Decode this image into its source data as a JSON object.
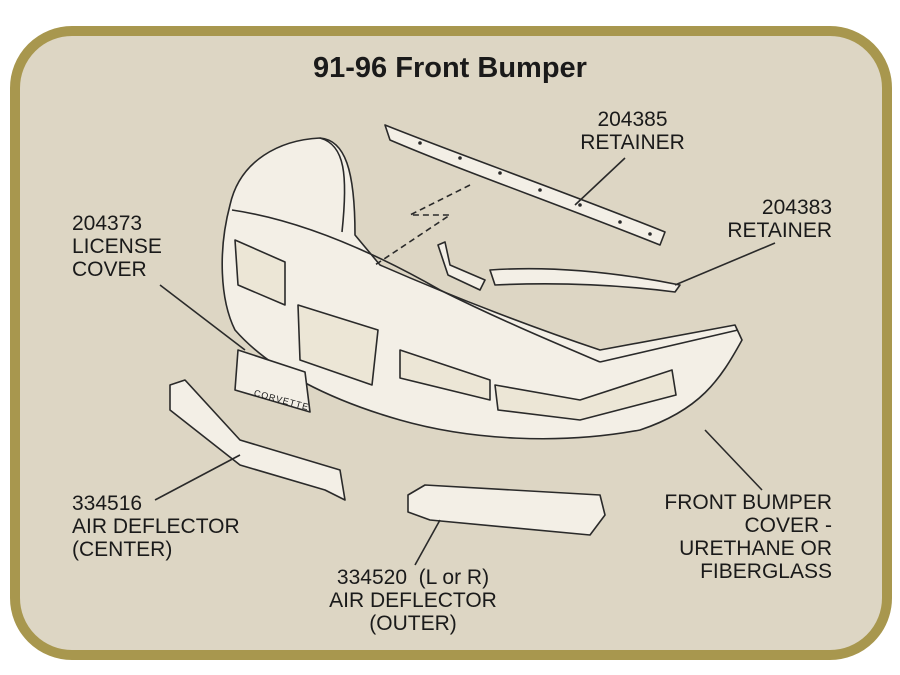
{
  "title": "91-96 Front Bumper",
  "callouts": [
    {
      "lines": [
        "204385",
        "RETAINER"
      ]
    },
    {
      "lines": [
        "204383",
        "RETAINER"
      ]
    },
    {
      "lines": [
        "204373",
        "LICENSE",
        "COVER"
      ]
    },
    {
      "lines": [
        "334516",
        "AIR DEFLECTOR",
        "(CENTER)"
      ]
    },
    {
      "lines": [
        "334520  (L or R)",
        "AIR DEFLECTOR",
        "(OUTER)"
      ]
    },
    {
      "lines": [
        "FRONT BUMPER",
        "COVER -",
        "URETHANE OR",
        "FIBERGLASS"
      ]
    }
  ],
  "license_plate_text": "CORVETTE",
  "colors": {
    "frame": "#a8974e",
    "background": "#ddd6c4",
    "part_fill": "#f3efe6",
    "line": "#2a2a2a"
  }
}
